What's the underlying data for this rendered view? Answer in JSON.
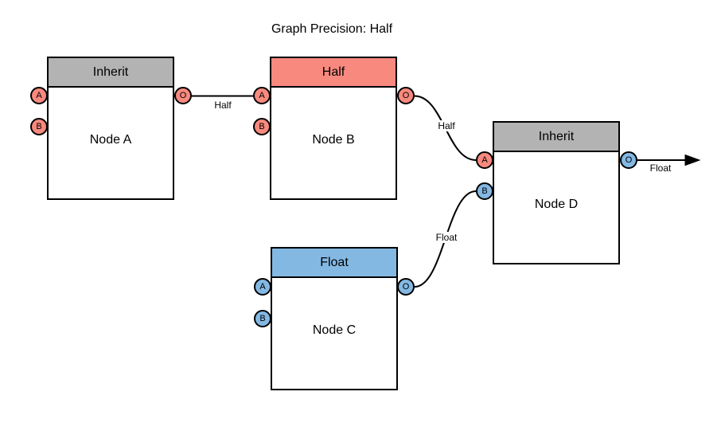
{
  "title": "Graph Precision: Half",
  "colors": {
    "inherit": "#b3b3b3",
    "half": "#f8897e",
    "float": "#83b8e3",
    "stroke": "#000000",
    "node_fill": "#ffffff"
  },
  "nodes": {
    "a": {
      "header": "Inherit",
      "label": "Node A",
      "ports": {
        "in_a": "A",
        "in_b": "B",
        "out": "O"
      }
    },
    "b": {
      "header": "Half",
      "label": "Node B",
      "ports": {
        "in_a": "A",
        "in_b": "B",
        "out": "O"
      }
    },
    "c": {
      "header": "Float",
      "label": "Node C",
      "ports": {
        "in_a": "A",
        "in_b": "B",
        "out": "O"
      }
    },
    "d": {
      "header": "Inherit",
      "label": "Node D",
      "ports": {
        "in_a": "A",
        "in_b": "B",
        "out": "O"
      }
    }
  },
  "edges": {
    "a_to_b": {
      "label": "Half"
    },
    "b_to_d": {
      "label": "Half"
    },
    "c_to_d": {
      "label": "Float"
    },
    "d_output": {
      "label": "Float"
    }
  }
}
